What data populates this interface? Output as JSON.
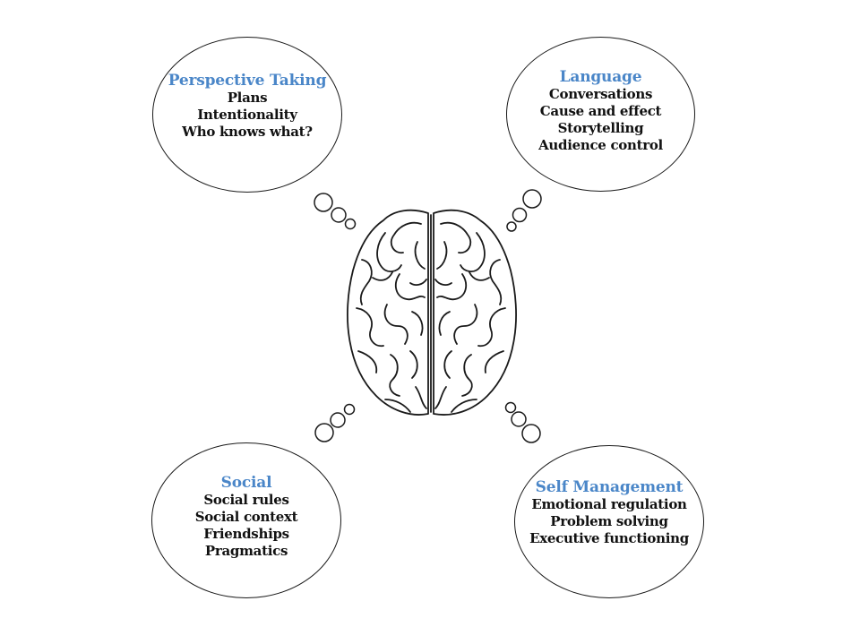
{
  "bubbles": {
    "perspective": {
      "title": "Perspective Taking",
      "items": [
        "Plans",
        "Intentionality",
        "Who knows what?"
      ]
    },
    "language": {
      "title": "Language",
      "items": [
        "Conversations",
        "Cause and effect",
        "Storytelling",
        "Audience control"
      ]
    },
    "social": {
      "title": "Social",
      "items": [
        "Social rules",
        "Social context",
        "Friendships",
        "Pragmatics"
      ]
    },
    "self_management": {
      "title": "Self Management",
      "items": [
        "Emotional regulation",
        "Problem solving",
        "Executive functioning"
      ]
    }
  },
  "colors": {
    "title": "#4a86c8",
    "text": "#111111",
    "stroke": "#1a1a1a",
    "background": "#ffffff"
  },
  "icons": [
    "brain-icon",
    "thought-bubble-dots"
  ]
}
